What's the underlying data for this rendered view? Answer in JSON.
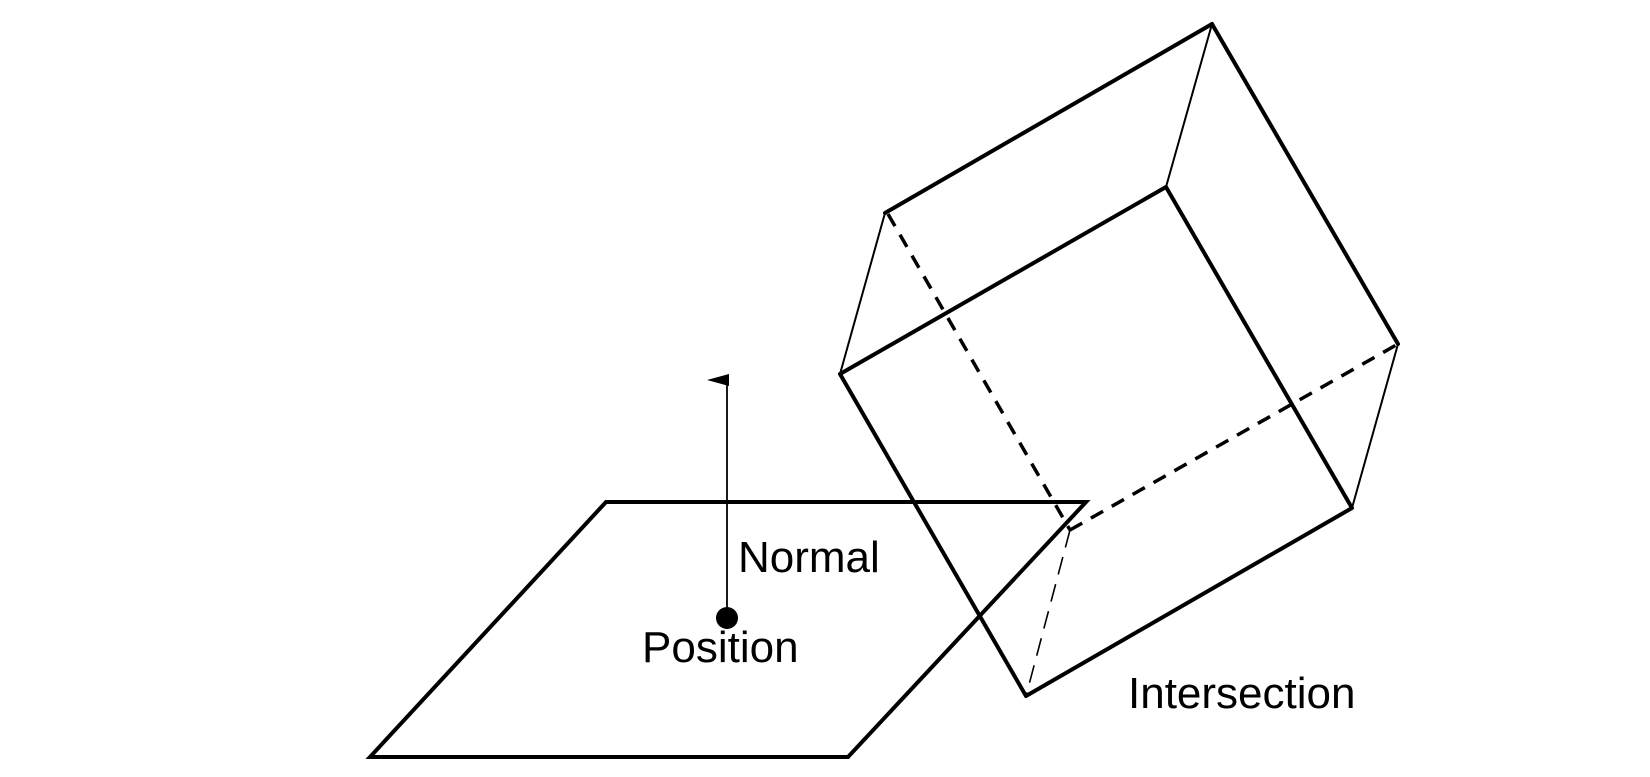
{
  "diagram": {
    "labels": {
      "normal": "Normal",
      "position": "Position",
      "intersection": "Intersection"
    },
    "colors": {
      "stroke": "#000000",
      "background": "#ffffff"
    },
    "elements": [
      "plane",
      "normal-arrow",
      "position-point",
      "cube",
      "intersection"
    ]
  }
}
